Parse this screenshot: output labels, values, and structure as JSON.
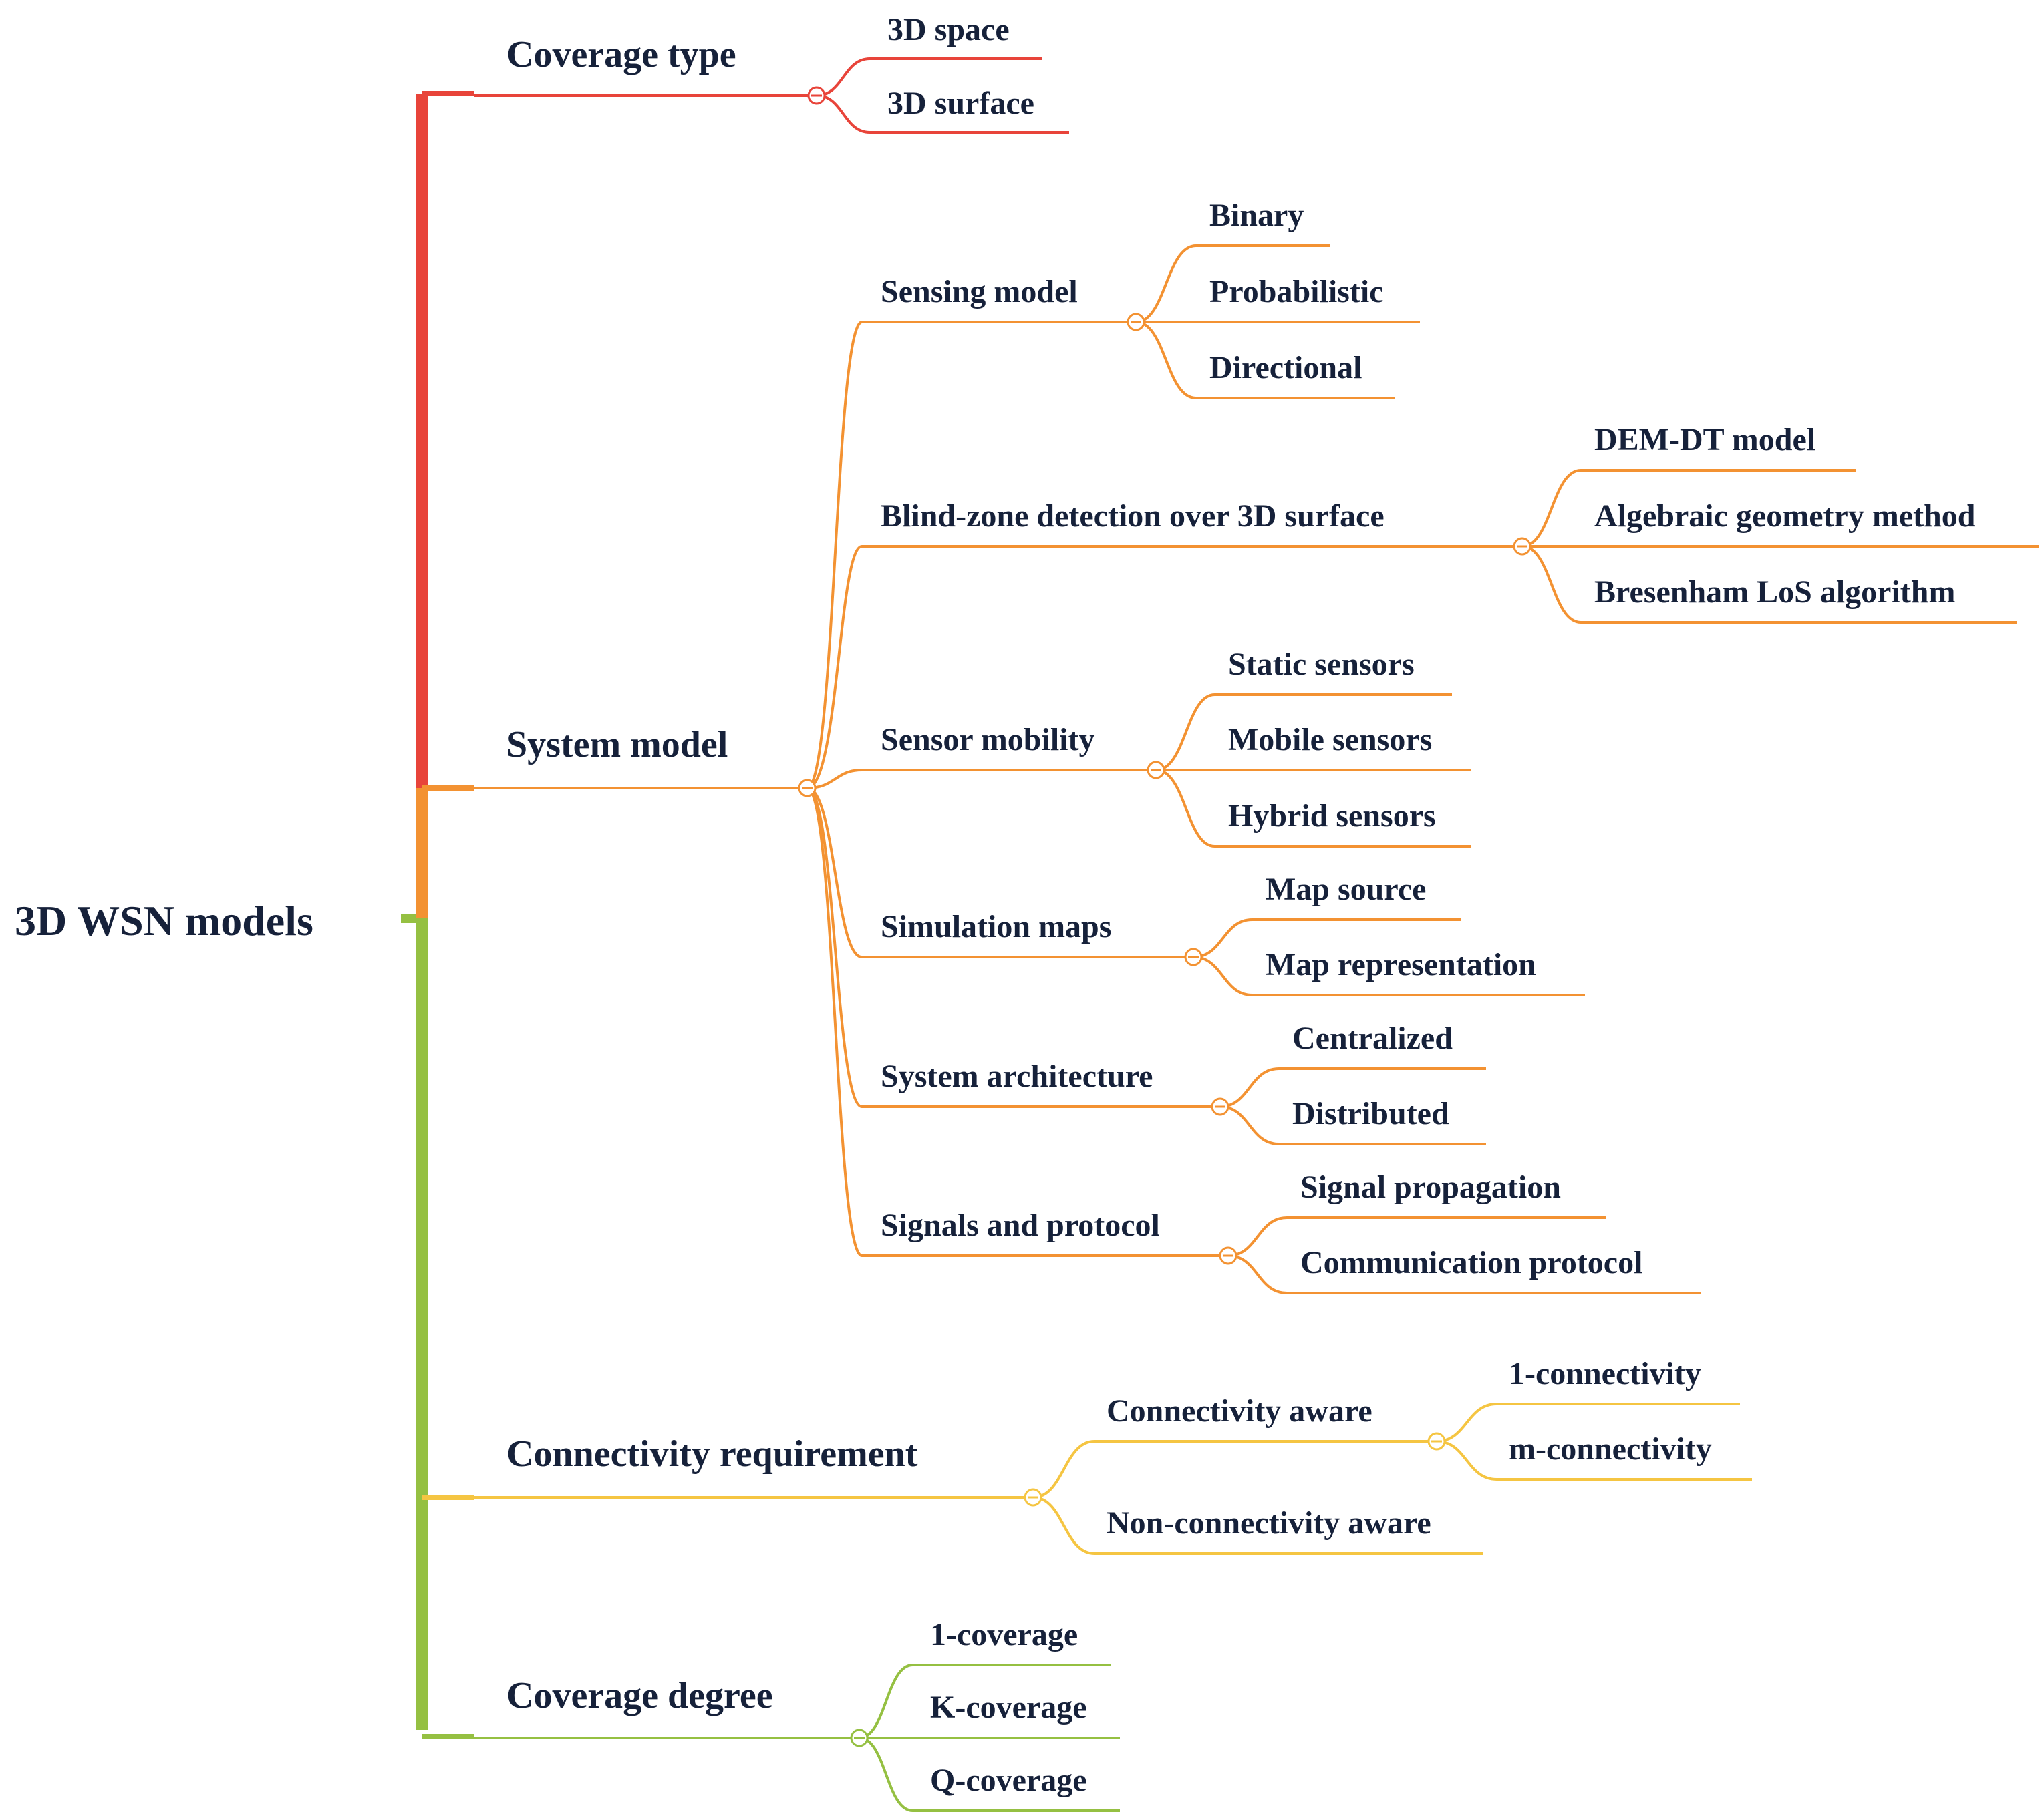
{
  "root": {
    "label": "3D WSN models"
  },
  "colors": {
    "coverage_type": "#e8443a",
    "system_model": "#f39232",
    "connectivity_requirement": "#f5c542",
    "coverage_degree": "#95c042",
    "text": "#16213a"
  },
  "branches": [
    {
      "id": "coverage-type",
      "label": "Coverage type",
      "color_key": "coverage_type",
      "children": [
        {
          "label": "3D space",
          "children": []
        },
        {
          "label": "3D surface",
          "children": []
        }
      ]
    },
    {
      "id": "system-model",
      "label": "System model",
      "color_key": "system_model",
      "children": [
        {
          "label": "Sensing model",
          "children": [
            "Binary",
            "Probabilistic",
            "Directional"
          ]
        },
        {
          "label": "Blind-zone detection over 3D surface",
          "children": [
            "DEM-DT model",
            "Algebraic geometry method",
            "Bresenham LoS algorithm"
          ]
        },
        {
          "label": "Sensor mobility",
          "children": [
            "Static sensors",
            "Mobile sensors",
            "Hybrid sensors"
          ]
        },
        {
          "label": "Simulation maps",
          "children": [
            "Map source",
            "Map representation"
          ]
        },
        {
          "label": "System architecture",
          "children": [
            "Centralized",
            "Distributed"
          ]
        },
        {
          "label": "Signals and protocol",
          "children": [
            "Signal propagation",
            "Communication protocol"
          ]
        }
      ]
    },
    {
      "id": "connectivity-requirement",
      "label": "Connectivity requirement",
      "color_key": "connectivity_requirement",
      "children": [
        {
          "label": "Connectivity aware",
          "children": [
            "1-connectivity",
            "m-connectivity"
          ]
        },
        {
          "label": "Non-connectivity aware",
          "children": []
        }
      ]
    },
    {
      "id": "coverage-degree",
      "label": "Coverage degree",
      "color_key": "coverage_degree",
      "children": [
        {
          "label": "1-coverage",
          "children": []
        },
        {
          "label": "K-coverage",
          "children": []
        },
        {
          "label": "Q-coverage",
          "children": []
        }
      ]
    }
  ]
}
